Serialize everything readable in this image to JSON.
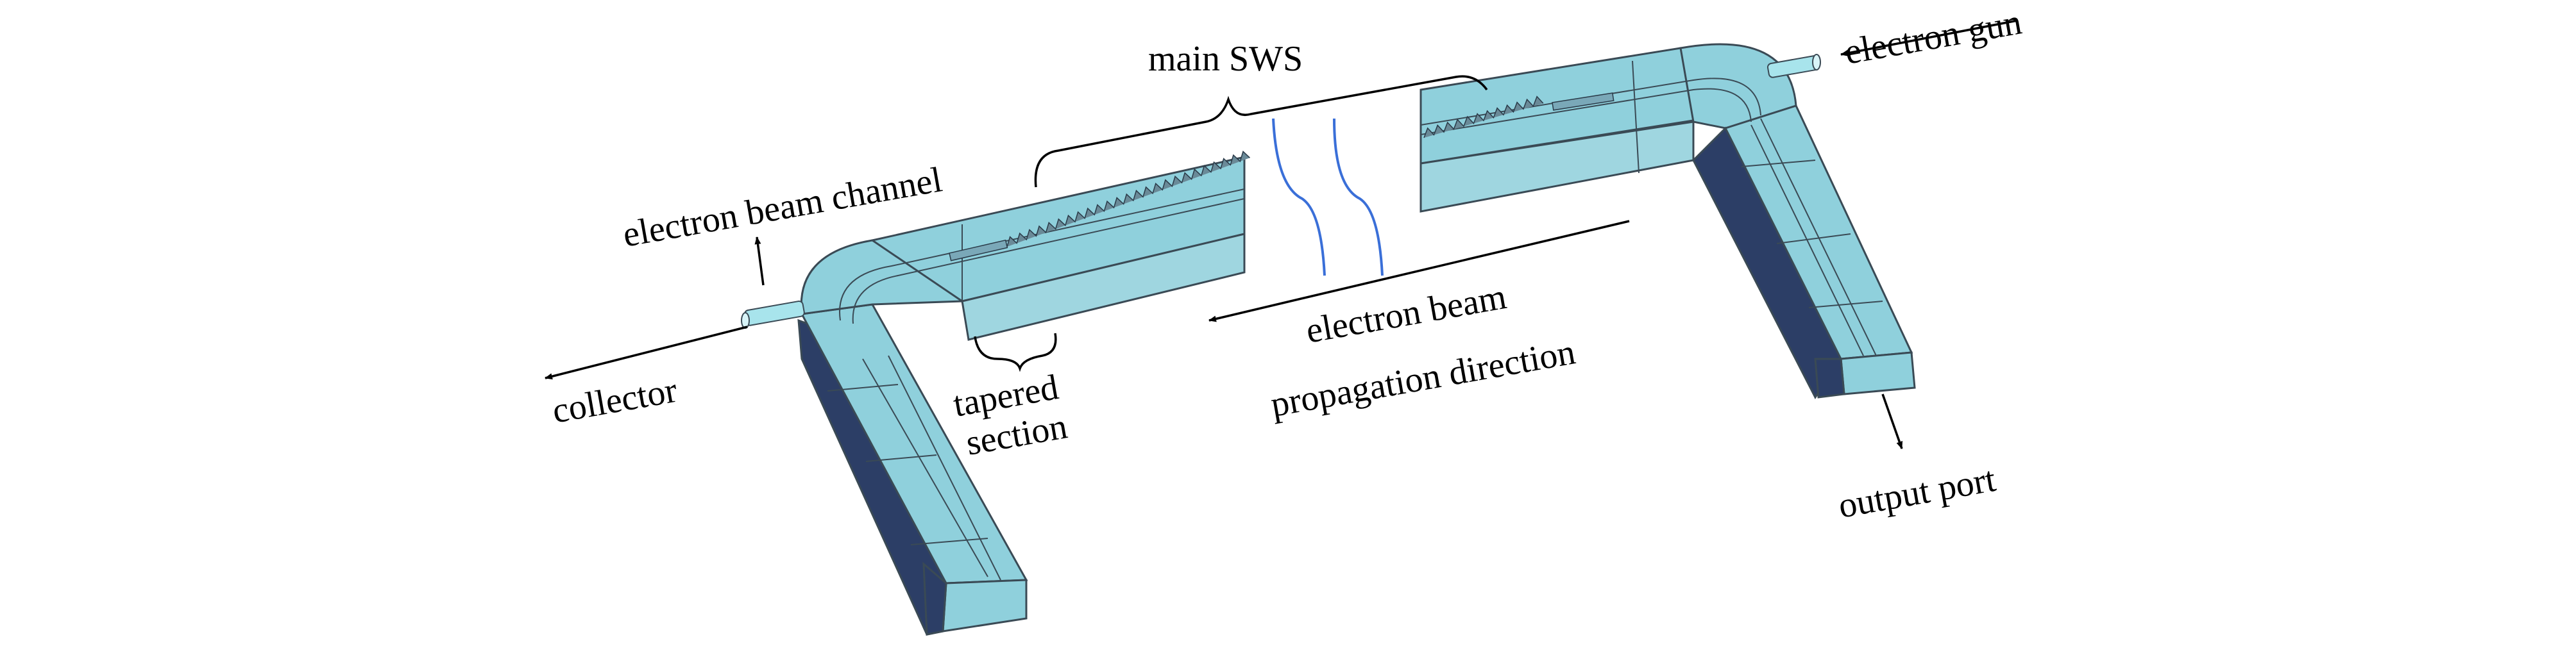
{
  "labels": {
    "main_sws": "main SWS",
    "electron_gun": "electron gun",
    "electron_beam_channel": "electron beam channel",
    "collector": "collector",
    "tapered_line1": "tapered",
    "tapered_line2": "section",
    "propagation_line1": "electron beam",
    "propagation_line2": "propagation direction",
    "output_port": "output port"
  },
  "colors": {
    "waveguide_top": "#8fd0dc",
    "waveguide_side": "#2c3e66",
    "waveguide_edge": "#3a4a55",
    "break_lines": "#3a6fd8",
    "arrows": "#000000"
  }
}
